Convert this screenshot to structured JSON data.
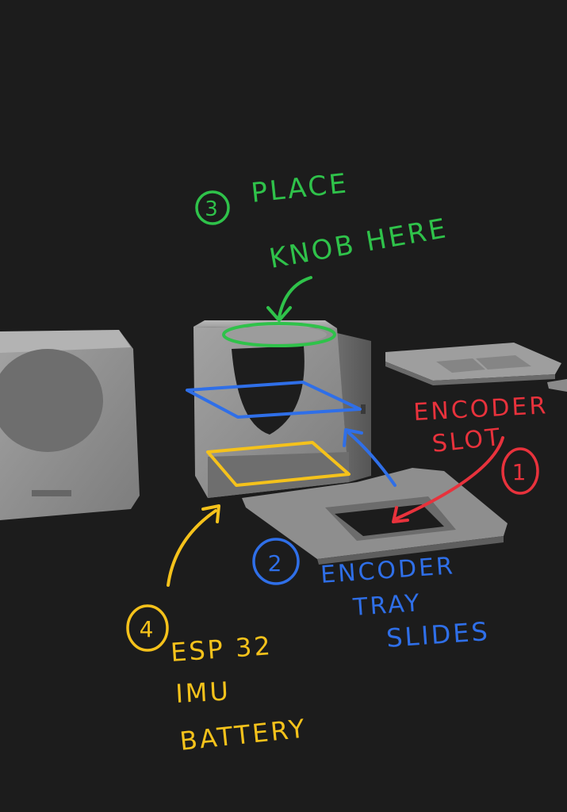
{
  "annotations": {
    "step1": {
      "number": "1",
      "line1": "ENCODER",
      "line2": "SLOT",
      "color": "#e8323c"
    },
    "step2": {
      "number": "2",
      "line1": "ENCODER",
      "line2": "TRAY",
      "line3": "SLIDES",
      "color": "#2f6fe8"
    },
    "step3": {
      "number": "3",
      "line1": "PLACE",
      "line2": "KNOB   HERE",
      "color": "#2fc24a"
    },
    "step4": {
      "number": "4",
      "line1": "ESP 32",
      "line2": "IMU",
      "line3": "BATTERY",
      "color": "#f5c21b"
    }
  },
  "colors": {
    "background": "#1c1c1c",
    "part_face": "#8d8d8d",
    "part_dark": "#5a5a5a",
    "part_light": "#b0b0b0"
  }
}
